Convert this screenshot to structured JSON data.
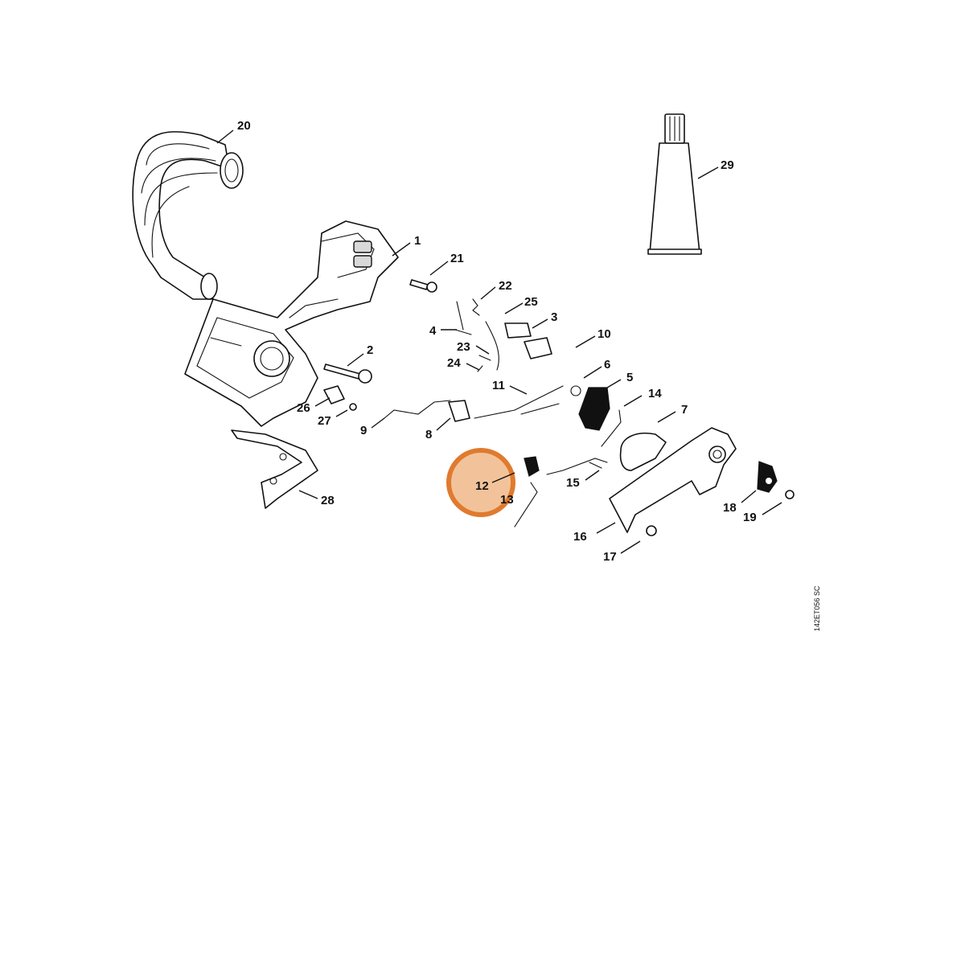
{
  "diagram_code": "142ET056 SC",
  "callouts": {
    "c1": "1",
    "c2": "2",
    "c3": "3",
    "c4": "4",
    "c5": "5",
    "c6": "6",
    "c7": "7",
    "c8": "8",
    "c9": "9",
    "c10": "10",
    "c11": "11",
    "c12": "12",
    "c13": "13",
    "c14": "14",
    "c15": "15",
    "c16": "16",
    "c17": "17",
    "c18": "18",
    "c19": "19",
    "c20": "20",
    "c21": "21",
    "c22": "22",
    "c23": "23",
    "c24": "24",
    "c25": "25",
    "c26": "26",
    "c27": "27",
    "c28": "28",
    "c29": "29"
  },
  "highlight": {
    "part": "12",
    "color": "#e07a2e",
    "fill": "#f2c39a"
  }
}
